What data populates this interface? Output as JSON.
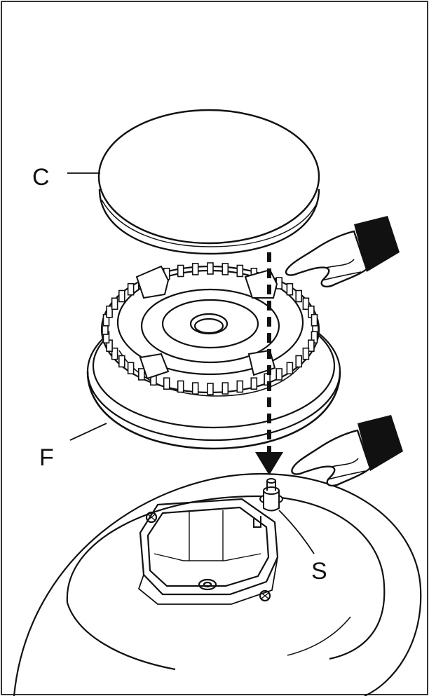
{
  "labels": {
    "cap": "C",
    "crown": "F",
    "spark_plug": "S"
  },
  "colors": {
    "line": "#111111",
    "background": "#ffffff"
  },
  "icons": [
    "pointing-hand-icon",
    "pointing-hand-icon",
    "down-arrow-icon"
  ]
}
